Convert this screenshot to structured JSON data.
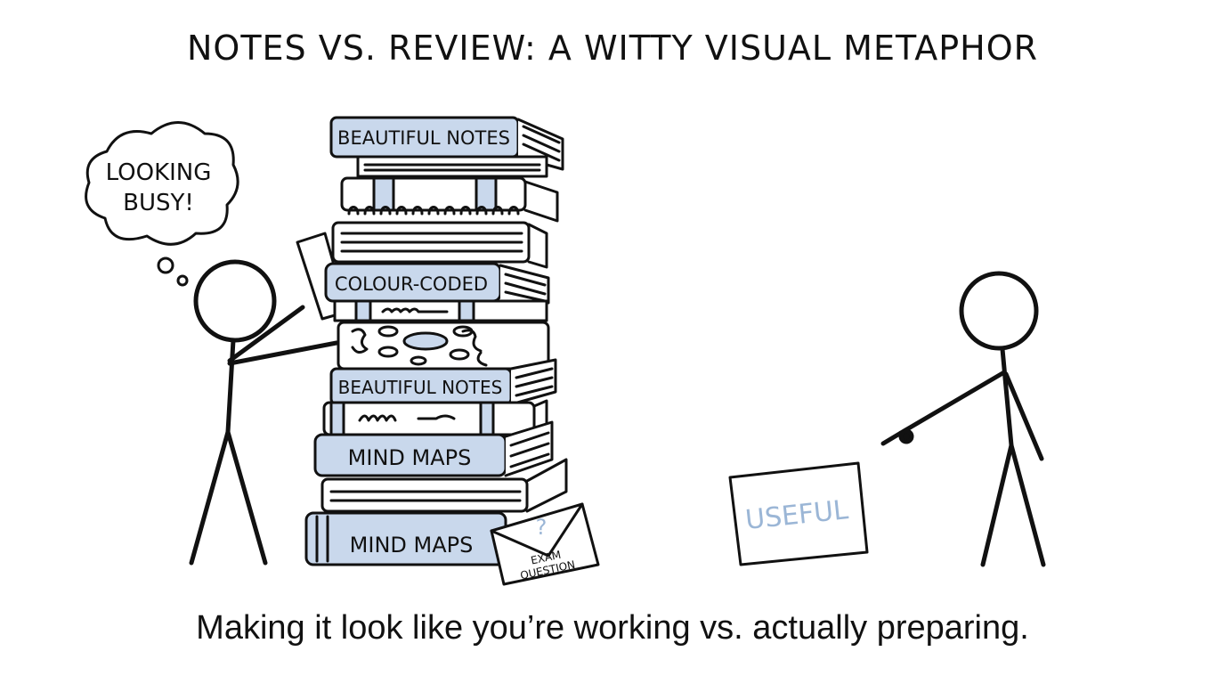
{
  "title": "NOTES VS. REVIEW: A WITTY VISUAL METAPHOR",
  "caption": "Making it look like you’re working vs. actually preparing.",
  "thought_bubble": {
    "line1": "LOOKING",
    "line2": "BUSY!"
  },
  "books": {
    "top": "BEAUTIFUL NOTES",
    "colour": "COLOUR-CODED",
    "middle": "BEAUTIFUL NOTES",
    "mind1": "MIND MAPS",
    "mind2": "MIND MAPS"
  },
  "envelope": {
    "mark": "?",
    "line1": "EXAM",
    "line2": "QUESTION"
  },
  "card": {
    "label": "USEFUL"
  },
  "colors": {
    "ink": "#111111",
    "book_blue": "#c9d8ec",
    "card_text": "#9bb6d6"
  }
}
